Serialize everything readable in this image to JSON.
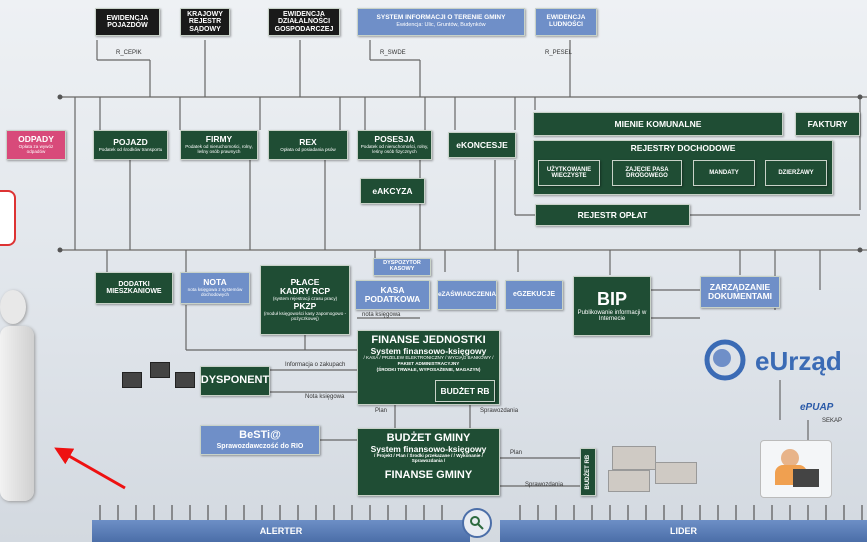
{
  "registers": {
    "cepik": "EWIDENCJA POJAZDÓW",
    "krs": "KRAJOWY REJESTR SĄDOWY",
    "ceidg": "EWIDENCJA DZIAŁALNOŚCI GOSPODARCZEJ",
    "sit_title": "SYSTEM INFORMACJI O TERENIE GMINY",
    "sit_sub": "Ewidencja: Ulic, Gruntów, Budynków",
    "ludnosc": "EWIDENCJA LUDNOŚCI"
  },
  "links": {
    "r_cepik": "R_CEPIK",
    "r_swde": "R_SWDE",
    "r_pesel": "R_PESEL"
  },
  "modules": {
    "odpady": "ODPADY",
    "odpady_sub": "Opłata za wywóz odpadów",
    "pojazd": "POJAZD",
    "pojazd_sub": "Podatek od środków transportu",
    "firmy": "FIRMY",
    "firmy_sub": "Podatek od nieruchomości, rolny, leśny osób prawnych",
    "rex": "REX",
    "rex_sub": "Opłata od posiadania psów",
    "posesja": "POSESJA",
    "posesja_sub": "Podatek od nieruchomości, rolny, leśny osób fizycznych",
    "eakcyza": "eAKCYZA",
    "ekoncesje": "eKONCESJE",
    "mienie": "MIENIE KOMUNALNE",
    "faktury": "FAKTURY",
    "rejestry": "REJESTRY DOCHODOWE",
    "uzytkowanie": "UŻYTKOWANIE WIECZYSTE",
    "zajecie": "ZAJĘCIE PASA DROGOWEGO",
    "mandaty": "MANDATY",
    "dzierzawy": "DZIERŻAWY",
    "rejestr_oplat": "REJESTR OPŁAT",
    "dodatki": "DODATKI MIESZKANIOWE",
    "nota": "NOTA",
    "nota_sub": "nota księgowa z systemów dochodowych",
    "place": "PŁACE KADRY RCP",
    "place_sub1": "(system rejestracji czasu pracy)",
    "pkzp": "PKZP",
    "place_sub2": "(moduł księgowości kasy zapomogowo - pożyczkowej)",
    "dyspozytor": "DYSPOZYTOR KASOWY",
    "kasa": "KASA PODATKOWA",
    "ezasw": "eZAŚWIADCZENIA",
    "egzekucje": "eGZEKUCJE",
    "bip": "BIP",
    "bip_sub": "Publikowanie informacji w Internecie",
    "zarzadzanie": "ZARZĄDZANIE DOKUMENTAMI",
    "fj_title": "FINANSE JEDNOSTKI",
    "fj_sub": "System finansowo-księgowy",
    "fj_sub2": "/ KASA / PRZELEW ELEKTRONICZNY / WYCIĄG BANKOWY /",
    "fj_sub3": "PAKIET ADMINISTRACYJNY",
    "fj_sub4": "(ŚRODKI TRWAŁE, WYPOSAŻENIE, MAGAZYN)",
    "budzet_rb": "BUDŻET RB",
    "dysponent": "DYSPONENT",
    "besti": "BeSTi@",
    "besti_sub": "Sprawozdawczość do RIO",
    "bg_title": "BUDŻET GMINY",
    "bg_sub": "System finansowo-księgowy",
    "bg_sub2": "/ Projekt / Plan / Środki przekazane / / Wykonanie / Sprawozdania /",
    "finanse_gminy": "FINANSE GMINY",
    "budzet_rb_v": "BUDŻET RB"
  },
  "arrows": {
    "nota_ksiegowa": "nota księgowa",
    "info_zakupach": "Informacja o zakupach",
    "nota_ksiegowa2": "Nota księgowa",
    "plan": "Plan",
    "sprawozdania": "Sprawozdania",
    "plan2": "Plan",
    "sprawozdania2": "Sprawozdania"
  },
  "brand": {
    "eurzad": "eUrząd",
    "epuap": "ePUAP",
    "sekap": "SEKAP"
  },
  "footer": {
    "alerter": "ALERTER",
    "lider": "LIDER"
  },
  "colors": {
    "green": "#1f4d34",
    "blue": "#6f8fc8",
    "pink": "#d84a7a",
    "black": "#1a1a1a"
  }
}
